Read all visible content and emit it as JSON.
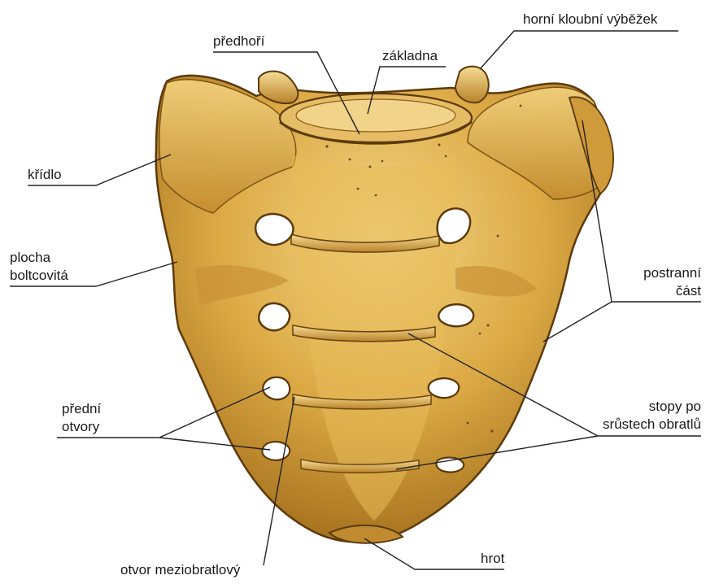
{
  "labels": {
    "predhori": "předhoří",
    "zakladna": "základna",
    "horni_kloubni_vybezek": "horní kloubní výběžek",
    "kridlo": "křídlo",
    "plocha_boltcovita": [
      "plocha",
      "boltcovitá"
    ],
    "postranni_cast": [
      "postranní",
      "část"
    ],
    "stopy_po_srustech_obratlu": [
      "stopy po",
      "srůstech obratlů"
    ],
    "predni_otvory": [
      "přední",
      "otvory"
    ],
    "hrot": "hrot",
    "otvor_meziobratlovy": "otvor meziobratlový"
  },
  "colors": {
    "bone_base": "#d9a640",
    "bone_light": "#f0cf7a",
    "bone_shadow": "#9a6a1c",
    "bone_edge": "#5c3a0c",
    "foramen": "#ffffff",
    "leader_line": "#222222",
    "label_text": "#1a1a1a",
    "background": "#ffffff"
  }
}
